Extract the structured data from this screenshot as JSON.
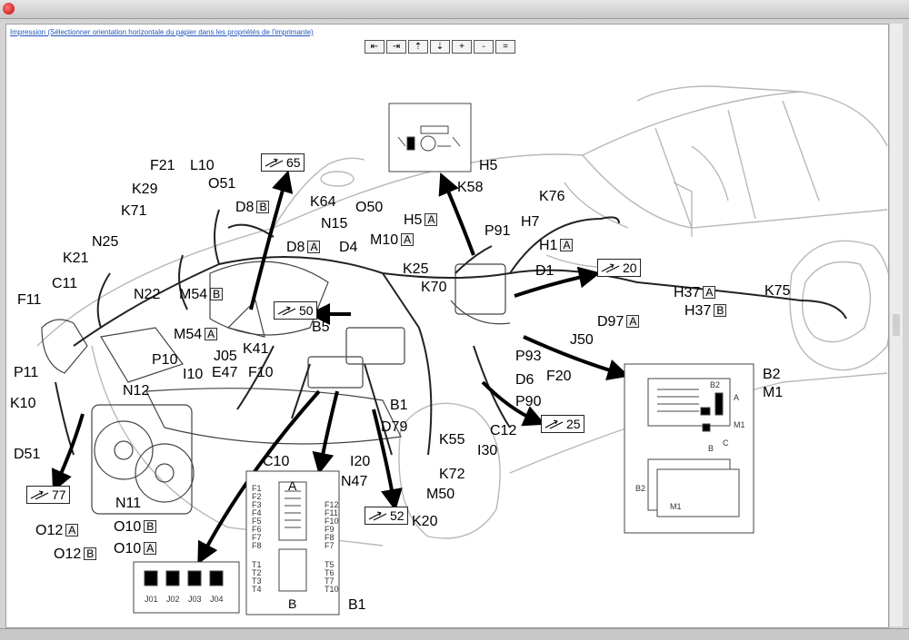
{
  "window": {
    "title": ""
  },
  "toolbar": {
    "print_link": "Impression (Sélectionner orientation horizontale du papier dans les propriétés de l'imprimante)",
    "nav": [
      {
        "name": "nav-first-button",
        "glyph": "⇤"
      },
      {
        "name": "nav-last-button",
        "glyph": "⇥"
      },
      {
        "name": "nav-up-button",
        "glyph": "⇡"
      },
      {
        "name": "nav-down-button",
        "glyph": "⇣"
      },
      {
        "name": "nav-zoom-in-button",
        "glyph": "+"
      },
      {
        "name": "nav-zoom-out-button",
        "glyph": "-"
      },
      {
        "name": "nav-fit-button",
        "glyph": "="
      }
    ]
  },
  "labels": {
    "F21": "F21",
    "L10": "L10",
    "O51": "O51",
    "K29": "K29",
    "D8": "D8",
    "D8_sub": "B",
    "K64": "K64",
    "K71": "K71",
    "N15": "N15",
    "O50": "O50",
    "H5a": "H5",
    "H5a_sub": "A",
    "D8b": "D8",
    "D8b_sub": "A",
    "D4": "D4",
    "M10": "M10",
    "M10_sub": "A",
    "N25": "N25",
    "K21": "K21",
    "K25": "K25",
    "N22": "N22",
    "M54b": "M54",
    "M54b_sub": "B",
    "K70": "K70",
    "C11": "C11",
    "F11": "F11",
    "M54a": "M54",
    "M54a_sub": "A",
    "B5": "B5",
    "P10": "P10",
    "J05": "J05",
    "I10": "I10",
    "E47": "E47",
    "K41": "K41",
    "F10": "F10",
    "P11": "P11",
    "K10": "K10",
    "N12": "N12",
    "D51": "D51",
    "C10": "C10",
    "B1": "B1",
    "D79": "D79",
    "I20": "I20",
    "N47": "N47",
    "K55": "K55",
    "I30": "I30",
    "K72": "K72",
    "M50": "M50",
    "K20": "K20",
    "N11": "N11",
    "O12a": "O12",
    "O12a_sub": "A",
    "O10b": "O10",
    "O10b_sub": "B",
    "O12b": "O12",
    "O12b_sub": "B",
    "O10a": "O10",
    "O10a_sub": "A",
    "B1b": "B1",
    "H5": "H5",
    "K58": "K58",
    "K76": "K76",
    "H7": "H7",
    "P91": "P91",
    "H1": "H1",
    "H1_sub": "A",
    "D1": "D1",
    "H37a": "H37",
    "H37a_sub": "A",
    "H37b": "H37",
    "H37b_sub": "B",
    "K75": "K75",
    "D97": "D97",
    "D97_sub": "A",
    "J50": "J50",
    "P93": "P93",
    "D6": "D6",
    "F20": "F20",
    "P90": "P90",
    "C12": "C12",
    "B2": "B2",
    "M1": "M1"
  },
  "refs": {
    "r65": "65",
    "r50": "50",
    "r20": "20",
    "r77": "77",
    "r52": "52",
    "r25": "25"
  },
  "fusebox": {
    "top": "A",
    "bottom": "B",
    "left_pins": [
      "F1",
      "F2",
      "F3",
      "F4",
      "F5",
      "F6",
      "F7",
      "F8"
    ],
    "right_pins": [
      "F12",
      "F11",
      "F10",
      "F9",
      "F8",
      "F7"
    ],
    "lower_left": [
      "T1",
      "T2",
      "T3",
      "T4"
    ],
    "lower_right": [
      "T5",
      "T6",
      "T7",
      "T10"
    ]
  },
  "relays": [
    "J01",
    "J02",
    "J03",
    "J04"
  ],
  "detail_b2": {
    "tag1": "B2",
    "tag2": "A",
    "tag3": "M1",
    "tag4": "C",
    "tag5": "B",
    "lower_b2": "B2",
    "lower_m1": "M1"
  },
  "colors": {
    "line": "#000000",
    "car_outline": "#b8b8b8",
    "harness": "#333333"
  }
}
